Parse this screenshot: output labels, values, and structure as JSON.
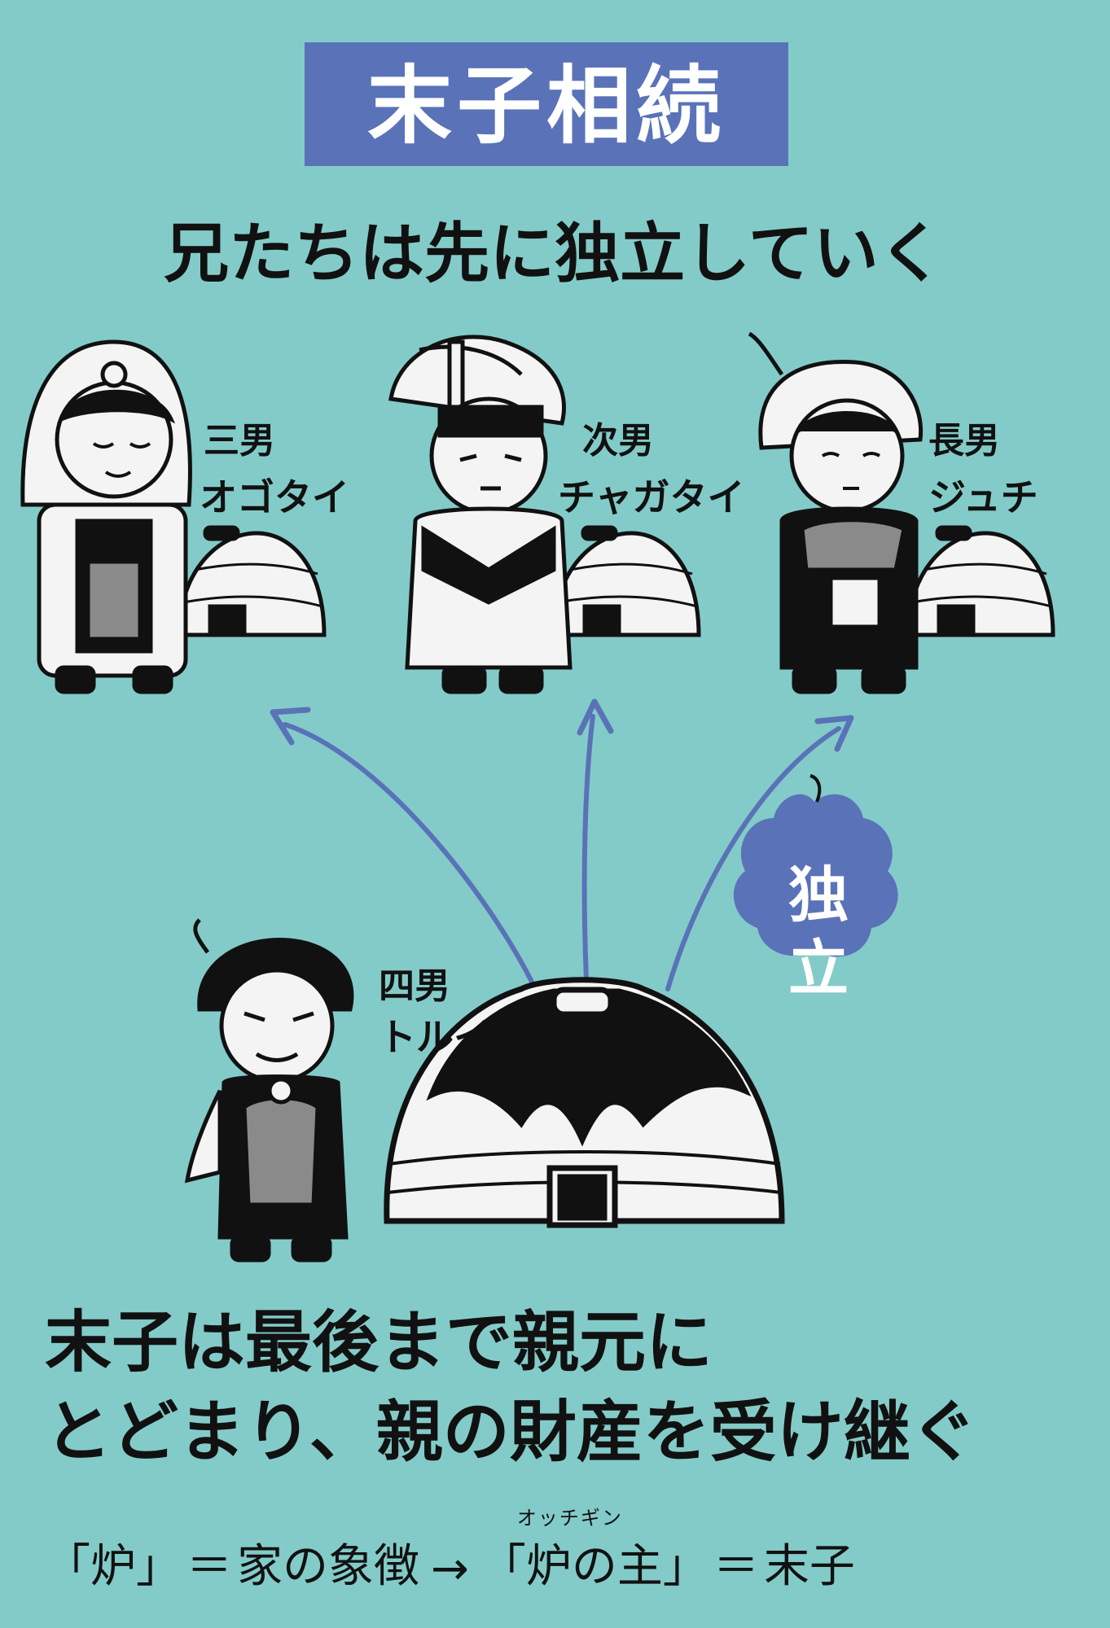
{
  "title": "末子相続",
  "subtitle": "兄たちは先に独立していく",
  "characters": {
    "ogotai": {
      "rank": "三男",
      "name": "オゴタイ"
    },
    "chagatai": {
      "rank": "次男",
      "name": "チャガタイ"
    },
    "juchi": {
      "rank": "長男",
      "name": "ジュチ"
    },
    "tolui": {
      "rank": "四男",
      "name": "トルイ"
    }
  },
  "independence_label": "独立",
  "independence_label_line1": "独",
  "independence_label_line2": "立",
  "conclusion": {
    "line1": "末子は最後まで親元に",
    "line2": "とどまり、親の財産を受け継ぐ"
  },
  "footer": {
    "hearth": "「炉」",
    "equals1": "＝",
    "family_symbol": "家の象徴",
    "arrow": "→",
    "ruby": "オッチギン",
    "hearth_master": "「炉の主」",
    "equals2": "＝",
    "youngest": "末子"
  },
  "colors": {
    "background": "#83cbc8",
    "title_box": "#5a72b8",
    "arrow": "#5a72b8",
    "ink": "#111111"
  }
}
